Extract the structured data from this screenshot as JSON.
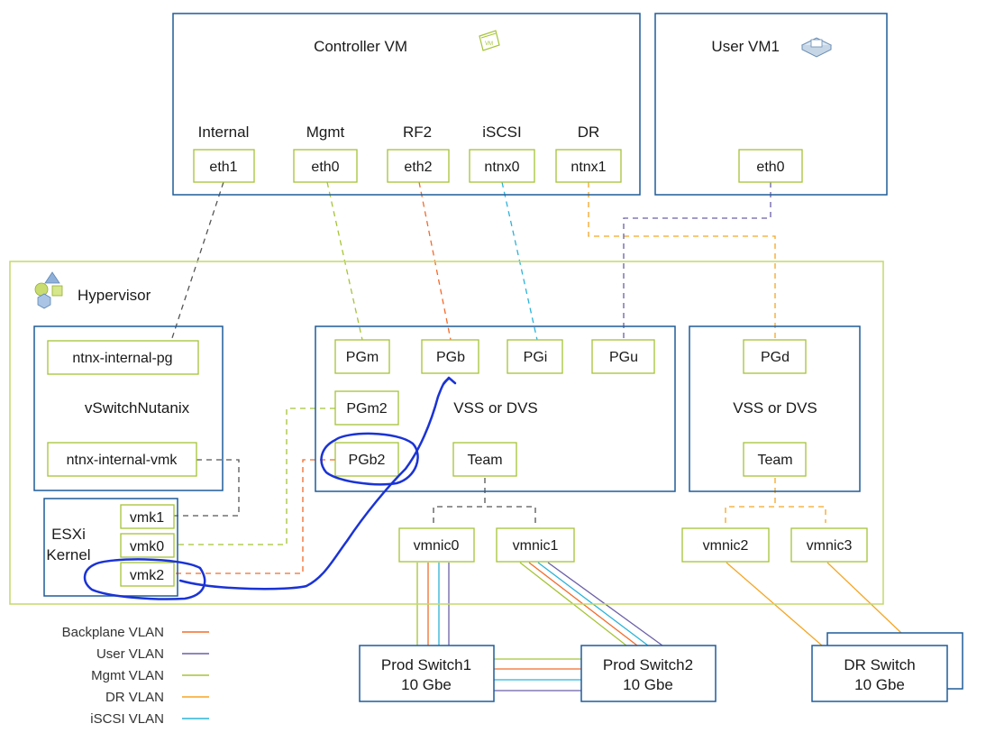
{
  "colors": {
    "box_border": "#1f5c99",
    "port_border": "#a5c436",
    "hypervisor_border": "#c3d96b",
    "internal": "#555555",
    "mgmt": "#a5c436",
    "backplane": "#f26b2a",
    "iscsi": "#2ab3d9",
    "dr": "#f5a623",
    "user": "#6b5fa8",
    "annotation": "#1a33d6"
  },
  "controller_vm": {
    "title": "Controller VM",
    "icon": "vm-icon",
    "interfaces": [
      {
        "label": "Internal",
        "port": "eth1"
      },
      {
        "label": "Mgmt",
        "port": "eth0"
      },
      {
        "label": "RF2",
        "port": "eth2"
      },
      {
        "label": "iSCSI",
        "port": "ntnx0"
      },
      {
        "label": "DR",
        "port": "ntnx1"
      }
    ]
  },
  "user_vm": {
    "title": "User VM1",
    "icon": "vm-stack-icon",
    "port": "eth0"
  },
  "hypervisor": {
    "title": "Hypervisor",
    "icon": "shapes-icon"
  },
  "vswitch_nutanix": {
    "title": "vSwitchNutanix",
    "pg": "ntnx-internal-pg",
    "vmk": "ntnx-internal-vmk"
  },
  "esxi_kernel": {
    "title_line1": "ESXi",
    "title_line2": "Kernel",
    "vmks": [
      "vmk1",
      "vmk0",
      "vmk2"
    ]
  },
  "vss_main": {
    "title": "VSS or DVS",
    "portgroups": [
      "PGm",
      "PGb",
      "PGi",
      "PGu"
    ],
    "pgm2": "PGm2",
    "pgb2": "PGb2",
    "team": "Team"
  },
  "vss_dr": {
    "title": "VSS or DVS",
    "portgroup": "PGd",
    "team": "Team"
  },
  "vmnics": [
    "vmnic0",
    "vmnic1",
    "vmnic2",
    "vmnic3"
  ],
  "switches": {
    "prod1": {
      "line1": "Prod Switch1",
      "line2": "10 Gbe"
    },
    "prod2": {
      "line1": "Prod Switch2",
      "line2": "10 Gbe"
    },
    "dr": {
      "line1": "DR Switch",
      "line2": "10 Gbe"
    }
  },
  "legend": [
    {
      "label": "Backplane VLAN",
      "color": "#f26b2a"
    },
    {
      "label": "User VLAN",
      "color": "#6b5fa8"
    },
    {
      "label": "Mgmt VLAN",
      "color": "#a5c436"
    },
    {
      "label": "DR VLAN",
      "color": "#f5a623"
    },
    {
      "label": "iSCSI VLAN",
      "color": "#2ab3d9"
    }
  ]
}
